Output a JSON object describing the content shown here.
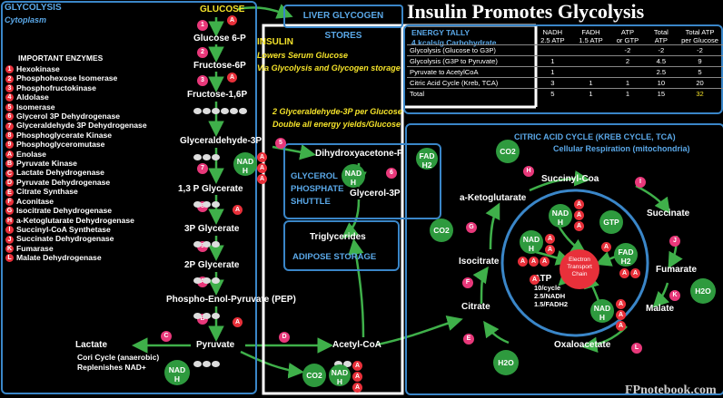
{
  "title": "Insulin Promotes Glycolysis",
  "footer": "FPnotebook.com",
  "glycolysis": {
    "header": "GLYCOLYSIS",
    "subheader": "Cytoplasm",
    "enzymes_title": "IMPORTANT ENZYMES",
    "enzymes": [
      {
        "k": "1",
        "name": "Hexokinase"
      },
      {
        "k": "2",
        "name": "Phosphohexose Isomerase"
      },
      {
        "k": "3",
        "name": "Phosphofructokinase"
      },
      {
        "k": "4",
        "name": "Aldolase"
      },
      {
        "k": "5",
        "name": "Isomerase"
      },
      {
        "k": "6",
        "name": "Glycerol 3P Dehydrogenase"
      },
      {
        "k": "7",
        "name": "Glyceraldehyde 3P Dehydrogenase"
      },
      {
        "k": "8",
        "name": "Phosphoglycerate Kinase"
      },
      {
        "k": "9",
        "name": "Phosphoglyceromutase"
      },
      {
        "k": "A",
        "name": "Enolase"
      },
      {
        "k": "B",
        "name": "Pyruvate Kinase"
      },
      {
        "k": "C",
        "name": "Lactate Dehydrogenase"
      },
      {
        "k": "D",
        "name": "Pyruvate Dehydrogenase"
      },
      {
        "k": "E",
        "name": "Citrate Synthase"
      },
      {
        "k": "F",
        "name": "Aconitase"
      },
      {
        "k": "G",
        "name": "Isocitrate Dehydrogenase"
      },
      {
        "k": "H",
        "name": "a-Ketoglutarate Dehydrogenase"
      },
      {
        "k": "I",
        "name": "Succinyl-CoA Synthetase"
      },
      {
        "k": "J",
        "name": "Succinate Dehydrogenase"
      },
      {
        "k": "K",
        "name": "Fumarase"
      },
      {
        "k": "L",
        "name": "Malate Dehydrogenase"
      }
    ],
    "metabolites": {
      "glucose": "GLUCOSE",
      "g6p": "Glucose 6-P",
      "f6p": "Fructose-6P",
      "f16p": "Fructose-1,6P",
      "gap": "Glyceraldehyde-3P",
      "bpg": "1,3 P Glycerate",
      "pg3": "3P Glycerate",
      "pg2": "2P Glycerate",
      "pep": "Phospho-Enol-Pyruvate (PEP)",
      "pyruvate": "Pyruvate",
      "lactate": "Lactate",
      "acetylcoa": "Acetyl-CoA",
      "dhap": "Dihydroxyacetone-P",
      "glycerol3p": "Glycerol-3P",
      "triglycerides": "Triglycerides"
    },
    "lactate_notes": [
      "Cori Cycle (anaerobic)",
      "Replenishes NAD+"
    ]
  },
  "liver_glycogen": "LIVER GLYCOGEN STORES",
  "insulin": {
    "title": "INSULIN",
    "lines": [
      "Lowers Serum Glucose",
      "Via Glycolysis and Glycogen storage"
    ],
    "note": [
      "2 Glyceraldehyde-3P per Glucose",
      "Double all energy yields/Glucose"
    ]
  },
  "shuttle": [
    "GLYCEROL",
    "PHOSPHATE",
    "SHUTTLE"
  ],
  "adipose": "ADIPOSE STORAGE",
  "tally": {
    "title": "ENERGY TALLY",
    "subtitle": "4 kcals/g Carbohydrate",
    "headers": [
      [
        "NADH",
        "2.5 ATP"
      ],
      [
        "FADH",
        "1.5 ATP"
      ],
      [
        "ATP",
        "or GTP"
      ],
      [
        "Total",
        "ATP"
      ],
      [
        "Total ATP",
        "per Glucose"
      ]
    ],
    "rows": [
      {
        "label": "Glycolysis (Glucose to G3P)",
        "v": [
          "",
          "",
          "-2",
          "-2",
          "-2"
        ]
      },
      {
        "label": "Glycolysis (G3P to Pyruvate)",
        "v": [
          "1",
          "",
          "2",
          "4.5",
          "9"
        ]
      },
      {
        "label": "Pyruvate to AcetylCoA",
        "v": [
          "1",
          "",
          "",
          "2.5",
          "5"
        ]
      },
      {
        "label": "Citric Acid Cycle (Kreb, TCA)",
        "v": [
          "3",
          "1",
          "1",
          "10",
          "20"
        ]
      },
      {
        "label": "Total",
        "v": [
          "5",
          "1",
          "1",
          "15",
          "32"
        ]
      }
    ]
  },
  "tca": {
    "header": "CITRIC ACID CYCLE (KREB CYCLE, TCA)",
    "subheader": "Cellular Respiration (mitochondria)",
    "metabolites": {
      "succinylcoa": "Succinyl-Coa",
      "akg": "a-Ketoglutarate",
      "succinate": "Succinate",
      "isocitrate": "Isocitrate",
      "fumarate": "Fumarate",
      "citrate": "Citrate",
      "malate": "Malate",
      "oxaloacetate": "Oxaloacetate"
    },
    "etc": [
      "Electron",
      "Transport",
      "Chain"
    ],
    "atp_label": "ATP",
    "atp_lines": [
      "10/cycle",
      "2.5/NADH",
      "1.5/FADH2"
    ]
  },
  "labels": {
    "nadh": "NADH",
    "nadh_top": "NAD",
    "nadh_bot": "H",
    "fadh_top": "FAD",
    "fadh_bot": "H2",
    "co2": "CO2",
    "gtp": "GTP",
    "h2o": "H2O",
    "a": "A"
  }
}
